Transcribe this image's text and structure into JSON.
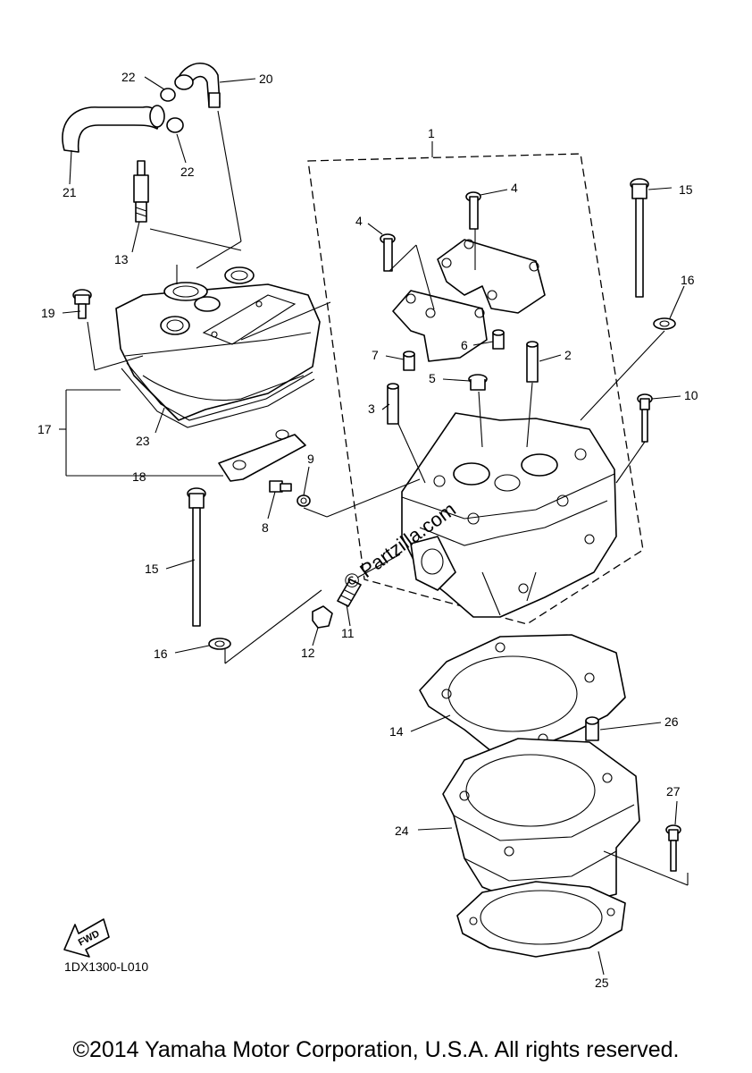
{
  "diagram": {
    "callouts": [
      {
        "id": "1",
        "label": "1"
      },
      {
        "id": "2",
        "label": "2"
      },
      {
        "id": "3",
        "label": "3"
      },
      {
        "id": "4a",
        "label": "4"
      },
      {
        "id": "4b",
        "label": "4"
      },
      {
        "id": "5",
        "label": "5"
      },
      {
        "id": "6",
        "label": "6"
      },
      {
        "id": "7",
        "label": "7"
      },
      {
        "id": "8",
        "label": "8"
      },
      {
        "id": "9",
        "label": "9"
      },
      {
        "id": "10",
        "label": "10"
      },
      {
        "id": "11",
        "label": "11"
      },
      {
        "id": "12",
        "label": "12"
      },
      {
        "id": "13",
        "label": "13"
      },
      {
        "id": "14",
        "label": "14"
      },
      {
        "id": "15a",
        "label": "15"
      },
      {
        "id": "15b",
        "label": "15"
      },
      {
        "id": "16a",
        "label": "16"
      },
      {
        "id": "16b",
        "label": "16"
      },
      {
        "id": "17",
        "label": "17"
      },
      {
        "id": "18",
        "label": "18"
      },
      {
        "id": "19",
        "label": "19"
      },
      {
        "id": "20",
        "label": "20"
      },
      {
        "id": "21",
        "label": "21"
      },
      {
        "id": "22a",
        "label": "22"
      },
      {
        "id": "22b",
        "label": "22"
      },
      {
        "id": "23",
        "label": "23"
      },
      {
        "id": "24",
        "label": "24"
      },
      {
        "id": "25",
        "label": "25"
      },
      {
        "id": "26",
        "label": "26"
      },
      {
        "id": "27",
        "label": "27"
      }
    ],
    "fwd_label": "FWD",
    "diagram_code": "1DX1300-L010",
    "watermark": "© Partzilla.com"
  },
  "footer": {
    "copyright": "©2014 Yamaha Motor Corporation, U.S.A. All rights reserved."
  }
}
